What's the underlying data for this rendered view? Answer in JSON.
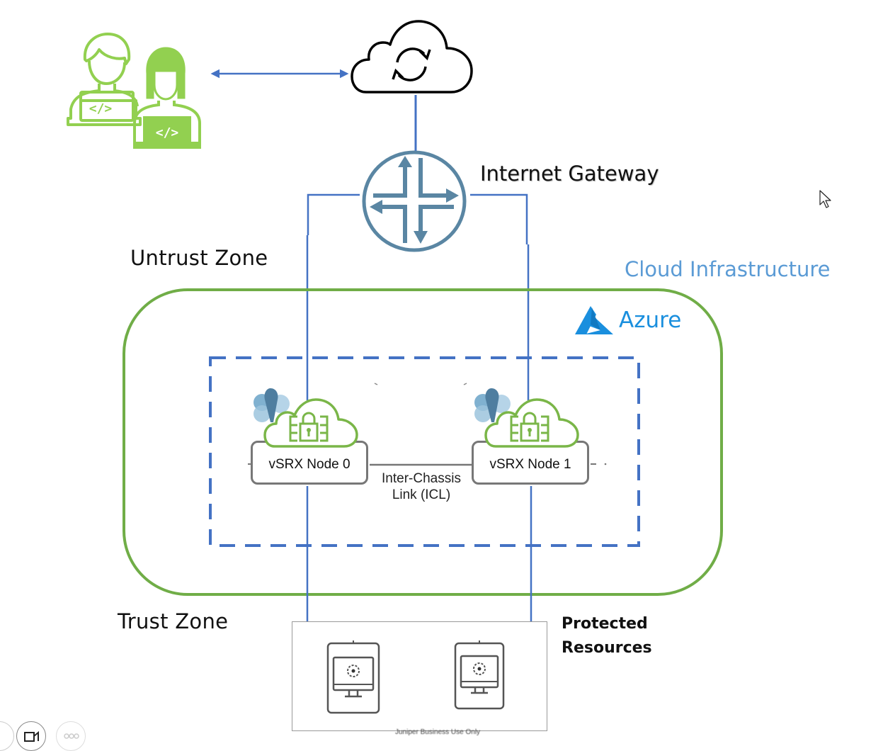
{
  "diagram": {
    "labels": {
      "internet_gateway": "Internet Gateway",
      "untrust_zone": "Untrust Zone",
      "trust_zone": "Trust Zone",
      "cloud_infrastructure": "Cloud Infrastructure",
      "azure": "Azure",
      "protected_resources_line1": "Protected",
      "protected_resources_line2": "Resources",
      "icl_line1": "Inter-Chassis",
      "icl_line2": "Link (ICL)",
      "footer_text": "Juniper Business Use Only"
    },
    "nodes": [
      {
        "id": "node0",
        "label": "vSRX Node 0"
      },
      {
        "id": "node1",
        "label": "vSRX Node 1"
      }
    ],
    "icons": {
      "users": "developers-with-laptops-icon",
      "cloud": "cloud-sync-icon",
      "gateway": "router-gateway-icon",
      "azure": "azure-logo-icon",
      "firewall": "cloud-firewall-lock-icon",
      "resource": "monitor-gear-icon",
      "cursor": "mouse-pointer-icon"
    },
    "colors": {
      "connector_blue": "#4472c4",
      "zone_green": "#70ad47",
      "user_green": "#92d050",
      "router_steel": "#5a86a3",
      "azure_blue": "#1a8fde",
      "cloud_infra_blue": "#5b9bd5",
      "firewall_green": "#7ab648"
    }
  }
}
